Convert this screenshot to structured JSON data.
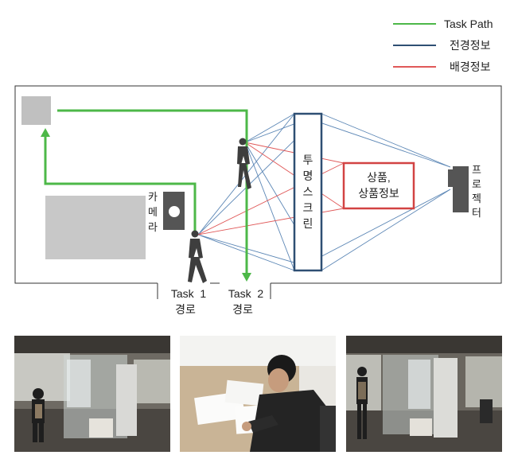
{
  "legend": {
    "items": [
      {
        "label": "Task Path",
        "color": "#4db848"
      },
      {
        "label": "전경정보",
        "color": "#2e4f73"
      },
      {
        "label": "배경정보",
        "color": "#e05858"
      }
    ]
  },
  "diagram": {
    "camera_label": [
      "카",
      "메",
      "라"
    ],
    "screen_label": [
      "투",
      "명",
      "스",
      "크",
      "린"
    ],
    "product_label": [
      "상품,",
      "상품정보"
    ],
    "projector_label": [
      "프",
      "로",
      "젝",
      "터"
    ],
    "task1_label": [
      "Task  1",
      "경로"
    ],
    "task2_label": [
      "Task  2",
      "경로"
    ],
    "colors": {
      "path": "#4db848",
      "foreground": "#5b86b5",
      "background": "#e05858",
      "screen_border": "#2e4f73",
      "product_border": "#d24343",
      "gray": "#c0c0c0",
      "dark": "#555555"
    }
  },
  "photos": [
    {
      "name": "photo-person-at-screen"
    },
    {
      "name": "photo-person-writing"
    },
    {
      "name": "photo-person-standing"
    }
  ]
}
